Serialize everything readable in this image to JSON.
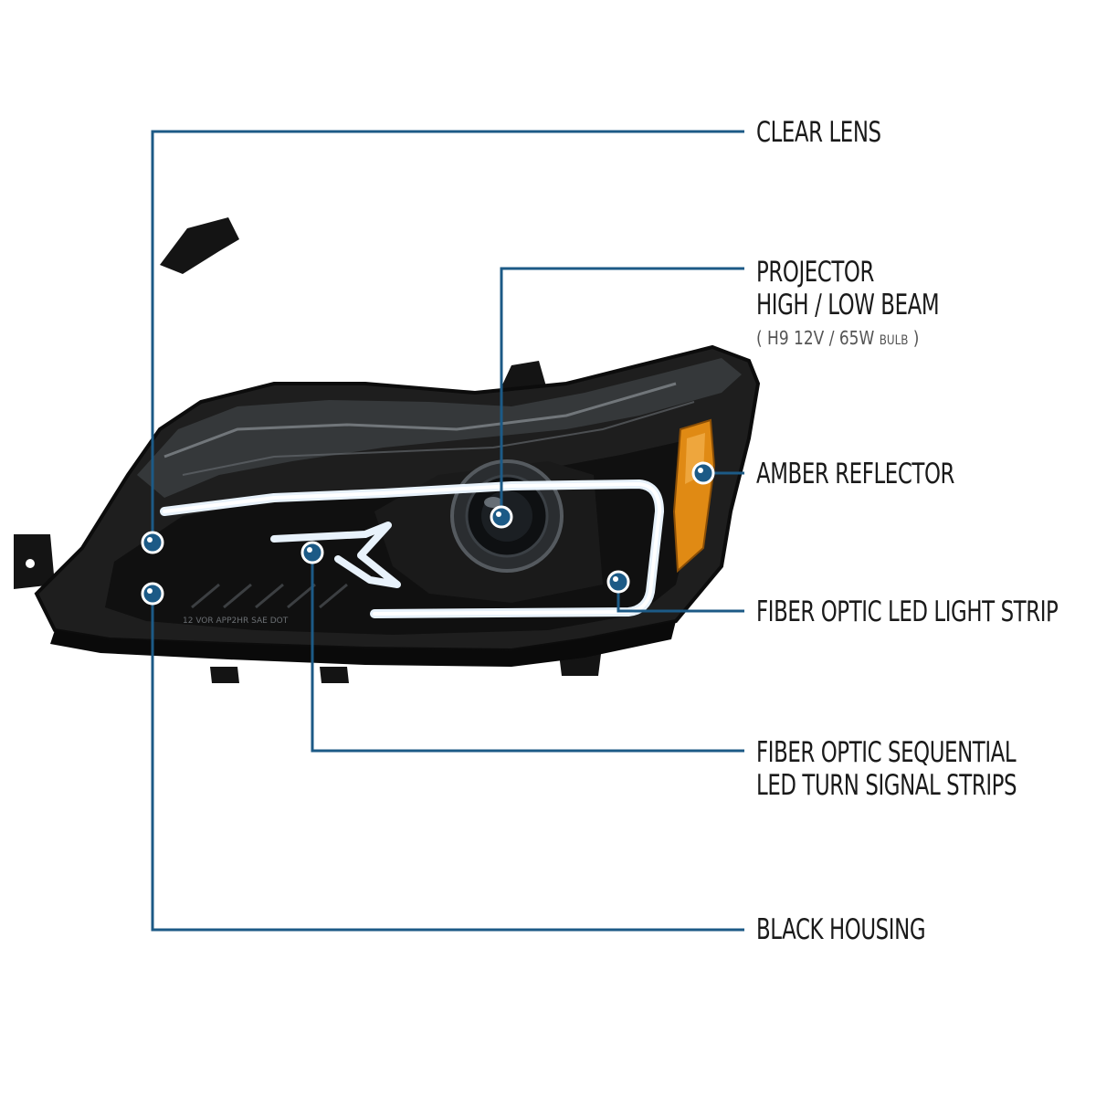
{
  "colors": {
    "leader_line": "#1c5a86",
    "marker_fill": "#1c5a86",
    "marker_ring": "#ffffff",
    "housing": "#151515",
    "led_strip": "#e8f2fb",
    "amber": "#e08a14",
    "label_text": "#1a1a1a",
    "sub_text": "#555555"
  },
  "callouts": [
    {
      "id": "clear-lens",
      "label": "CLEAR LENS"
    },
    {
      "id": "projector",
      "lines": [
        "PROJECTOR",
        "HIGH / LOW BEAM"
      ],
      "sub": {
        "open": "(",
        "text": "H9  12V / 65W",
        "small": "BULB",
        "close": ")"
      }
    },
    {
      "id": "amber-reflector",
      "label": "AMBER REFLECTOR"
    },
    {
      "id": "led-strip",
      "label": "FIBER OPTIC LED LIGHT STRIP"
    },
    {
      "id": "turn-signal",
      "lines": [
        "FIBER OPTIC SEQUENTIAL",
        "LED TURN SIGNAL STRIPS"
      ]
    },
    {
      "id": "black-housing",
      "label": "BLACK HOUSING"
    }
  ],
  "lens_marking": "12 VOR APP2HR SAE DOT"
}
